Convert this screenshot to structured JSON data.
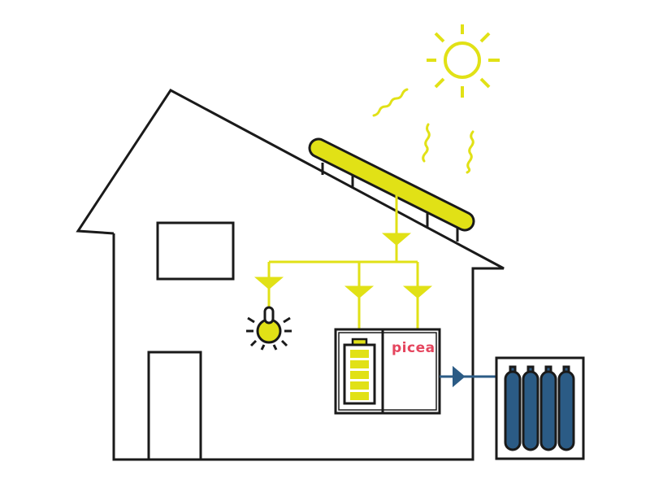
{
  "colors": {
    "outline": "#1a1a1a",
    "solar_yellow": "#e1e116",
    "hydrogen_blue": "#2b5b85",
    "brand_red": "#e5455e",
    "background": "#ffffff"
  },
  "scene": {
    "picea_unit": {
      "brand_label": "picea"
    },
    "battery": {
      "charge_level": 1.0
    },
    "hydrogen_storage": {
      "cylinder_count": 4
    }
  },
  "icons": [
    "sun-icon",
    "sun-ray-icon",
    "solar-panel-icon",
    "light-bulb-icon",
    "battery-icon",
    "hydrogen-cylinder-icon",
    "flow-arrow-icon"
  ]
}
